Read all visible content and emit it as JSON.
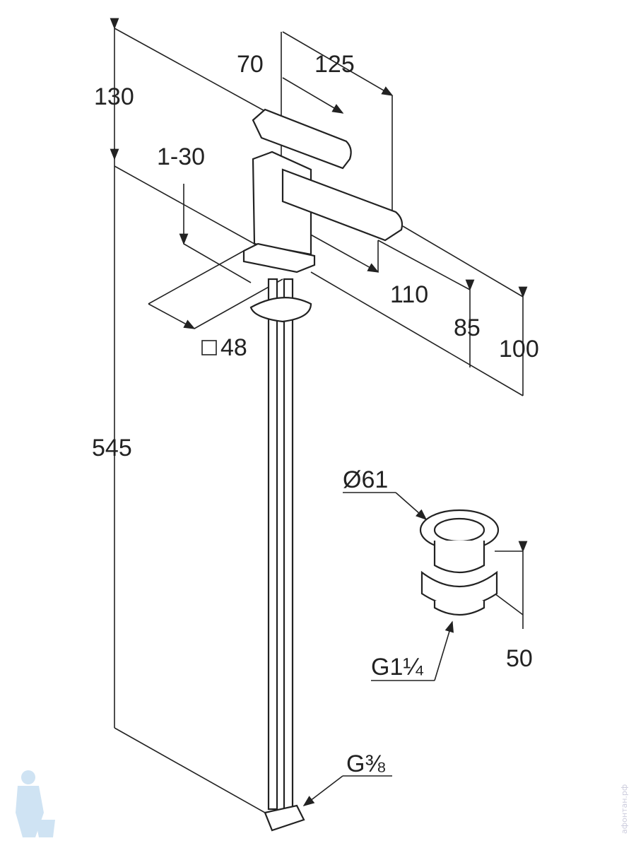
{
  "drawing": {
    "dimensions": {
      "height_top": "130",
      "handle_len": "70",
      "total_depth": "125",
      "deck_thickness": "1-30",
      "spout_reach": "110",
      "spout_height": "85",
      "outlet_height": "100",
      "base_square": "48",
      "hose_length": "545",
      "drain_diameter": "Ø61",
      "drain_height": "50",
      "drain_thread": "G1¼",
      "hose_thread": "G⅜"
    },
    "watermark": "афонтан.рф"
  }
}
